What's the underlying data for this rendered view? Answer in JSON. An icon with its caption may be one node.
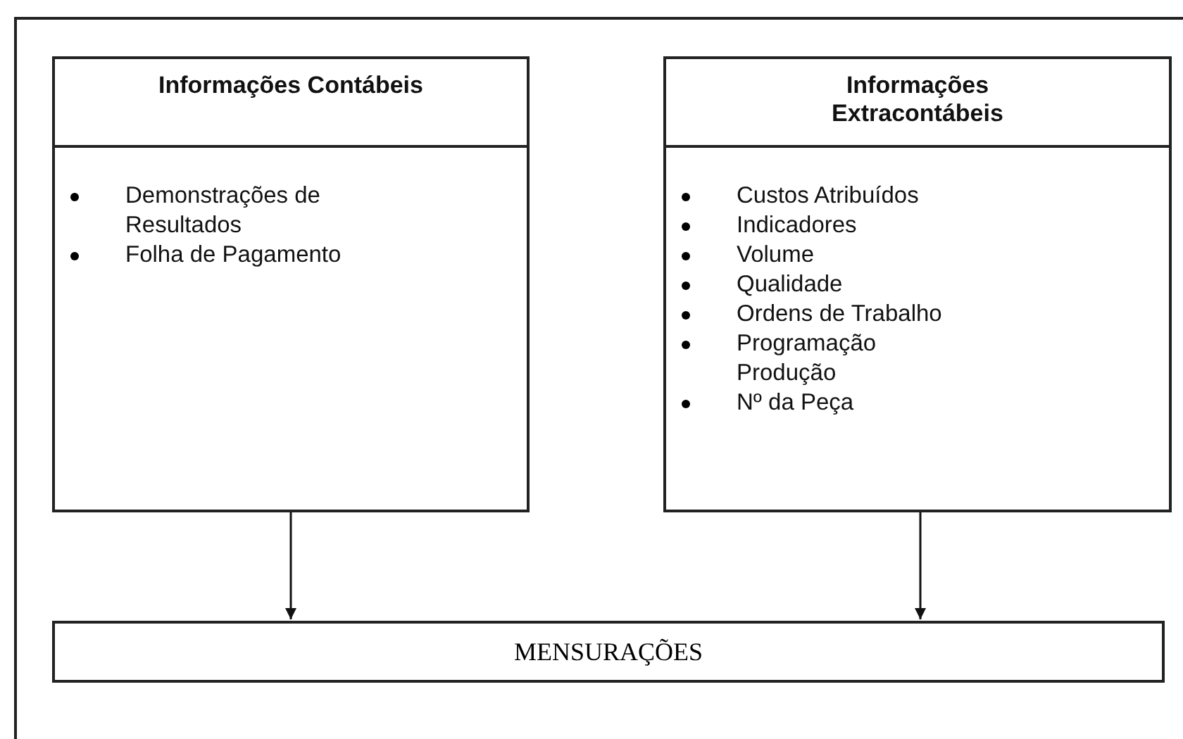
{
  "diagram": {
    "nodes": [
      {
        "text": [
          "Informações Contábeis",
          "Demonstrações de Resultados",
          "Folha de Pagamento"
        ]
      },
      {
        "text": [
          "Informações Extracontábeis",
          "Custos Atribuídos",
          "Indicadores",
          "Volume",
          "Qualidade",
          "Ordens de Trabalho",
          "Programação Produção",
          "Nº da Peça"
        ]
      },
      {
        "text": [
          "MENSURAÇÕES"
        ]
      }
    ],
    "edges": [
      {
        "from": 0,
        "to": 2,
        "arrow": "to"
      },
      {
        "from": 1,
        "to": 2,
        "arrow": "to"
      }
    ]
  }
}
